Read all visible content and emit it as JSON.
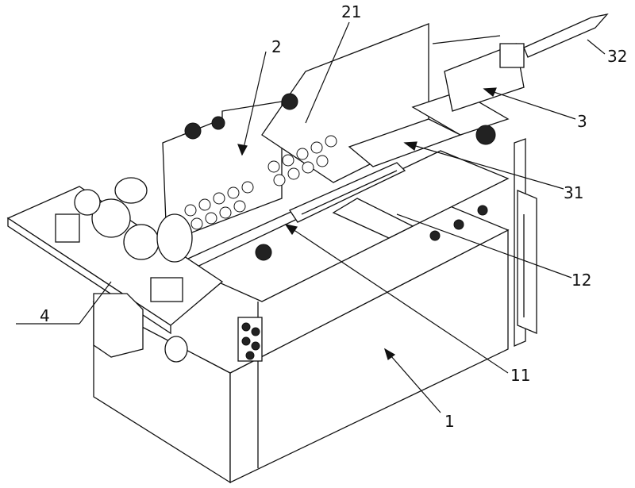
{
  "figure": {
    "labels": {
      "l21": "21",
      "l2": "2",
      "l32": "32",
      "l3": "3",
      "l31": "31",
      "l12": "12",
      "l4": "4",
      "l11": "11",
      "l1": "1"
    }
  }
}
